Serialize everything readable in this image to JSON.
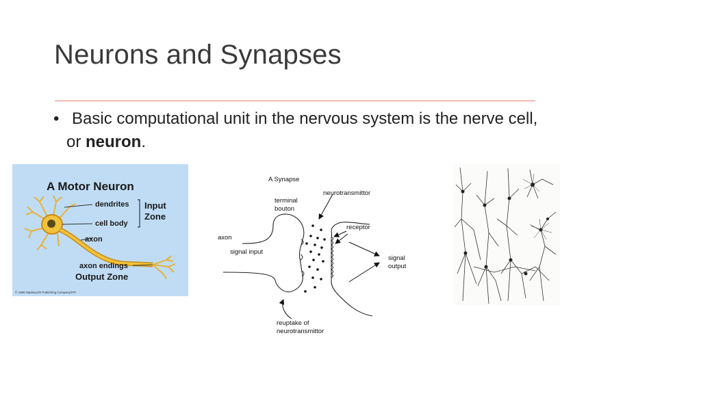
{
  "slide": {
    "title": "Neurons and Synapses",
    "bullet": {
      "marker": "•",
      "line1": "Basic computational unit in the nervous system is the nerve cell,",
      "line2_prefix": "or ",
      "line2_bold": "neuron",
      "line2_suffix": "."
    }
  },
  "motor_neuron": {
    "title": "A Motor Neuron",
    "dendrites": "dendrites",
    "cell_body": "cell body",
    "input_zone_1": "Input",
    "input_zone_2": "Zone",
    "axon": "axon",
    "axon_endings": "axon endings",
    "output_zone": "Output Zone",
    "copyright": "© 1995 Wadsworth Publishing Company/ITP"
  },
  "synapse": {
    "title": "A Synapse",
    "neurotransmittor": "neurotransmittor",
    "terminal": "terminal",
    "bouton": "bouton",
    "receptor": "receptor",
    "axon": "axon",
    "signal_input": "signal input",
    "signal": "signal",
    "output": "output",
    "reuptake_1": "reuptake of",
    "reuptake_2": "neurotransmittor"
  },
  "colors": {
    "title": "#3a3a3a",
    "rule": "#e57a6e",
    "motor_bg": "#bfdcf4",
    "neuron_body": "#f1c23a"
  }
}
